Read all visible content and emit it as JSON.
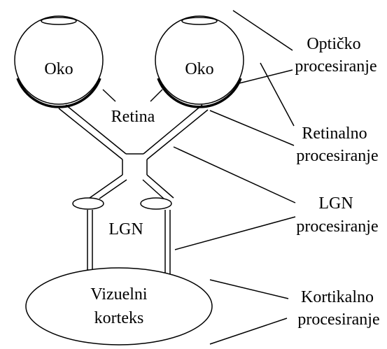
{
  "eyes": {
    "left_label": "Oko",
    "right_label": "Oko"
  },
  "structures": {
    "retina_label": "Retina",
    "lgn_label": "LGN",
    "cortex_label_line1": "Vizuelni",
    "cortex_label_line2": "korteks"
  },
  "stages": {
    "optical": {
      "line1": "Optičko",
      "line2": "procesiranje"
    },
    "retinal": {
      "line1": "Retinalno",
      "line2": "procesiranje"
    },
    "lgn": {
      "line1": "LGN",
      "line2": "procesiranje"
    },
    "cortical": {
      "line1": "Kortikalno",
      "line2": "procesiranje"
    }
  }
}
